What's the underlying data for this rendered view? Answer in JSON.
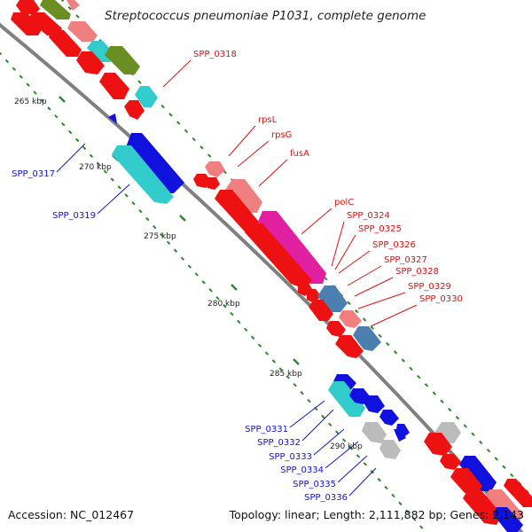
{
  "title": "Streptococcus pneumoniae P1031, complete genome",
  "footer": {
    "accession": "Accession: NC_012467",
    "topology": "Topology: linear; Length: 2,111,882 bp; Genes: 2,143"
  },
  "colors": {
    "backbone": "#808080",
    "tick": "#2a8a2a",
    "forward_label": "#dd1111",
    "reverse_label": "#1111cc",
    "gene_red": "#ee1111",
    "gene_salmon": "#f08080",
    "gene_cyan": "#33cccc",
    "gene_blue": "#1111dd",
    "gene_olive": "#6b8e23",
    "gene_magenta": "#e020a0",
    "gene_steelblue": "#4a7fb0",
    "gene_grey": "#bbbbbb"
  },
  "kbp_labels": [
    "265 kbp",
    "270 kbp",
    "275 kbp",
    "280 kbp",
    "285 kbp",
    "290 kbp"
  ],
  "forward_labels": [
    "SPP_0318",
    "rpsL",
    "rpsG",
    "fusA",
    "polC",
    "SPP_0324",
    "SPP_0325",
    "SPP_0326",
    "SPP_0327",
    "SPP_0328",
    "SPP_0329",
    "SPP_0330"
  ],
  "reverse_labels": [
    "SPP_0317",
    "SPP_0319",
    "SPP_0331",
    "SPP_0332",
    "SPP_0333",
    "SPP_0334",
    "SPP_0335",
    "SPP_0336"
  ]
}
